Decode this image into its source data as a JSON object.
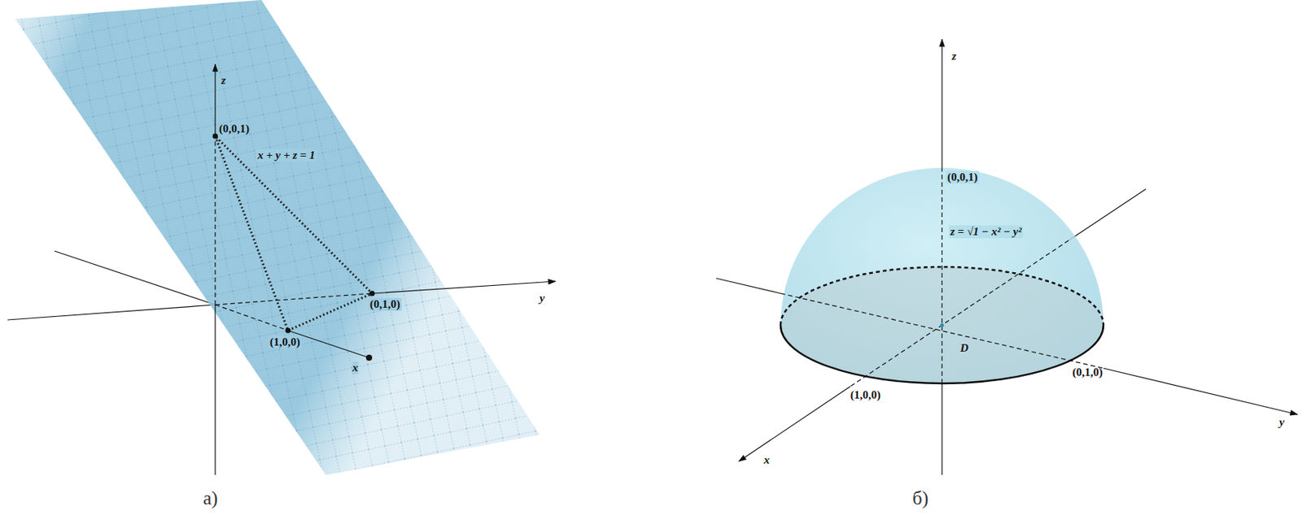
{
  "diagram": {
    "labels": [
      "z",
      "(0,0,1)",
      "x + y + z = 1",
      "(0,1,0)",
      "(1,0,0)",
      "x",
      "y",
      "а)",
      "z",
      "(0,0,1)",
      "z = √1 − x² − y²",
      "D",
      "(0,1,0)",
      "(1,0,0)",
      "x",
      "y",
      "б)"
    ]
  }
}
